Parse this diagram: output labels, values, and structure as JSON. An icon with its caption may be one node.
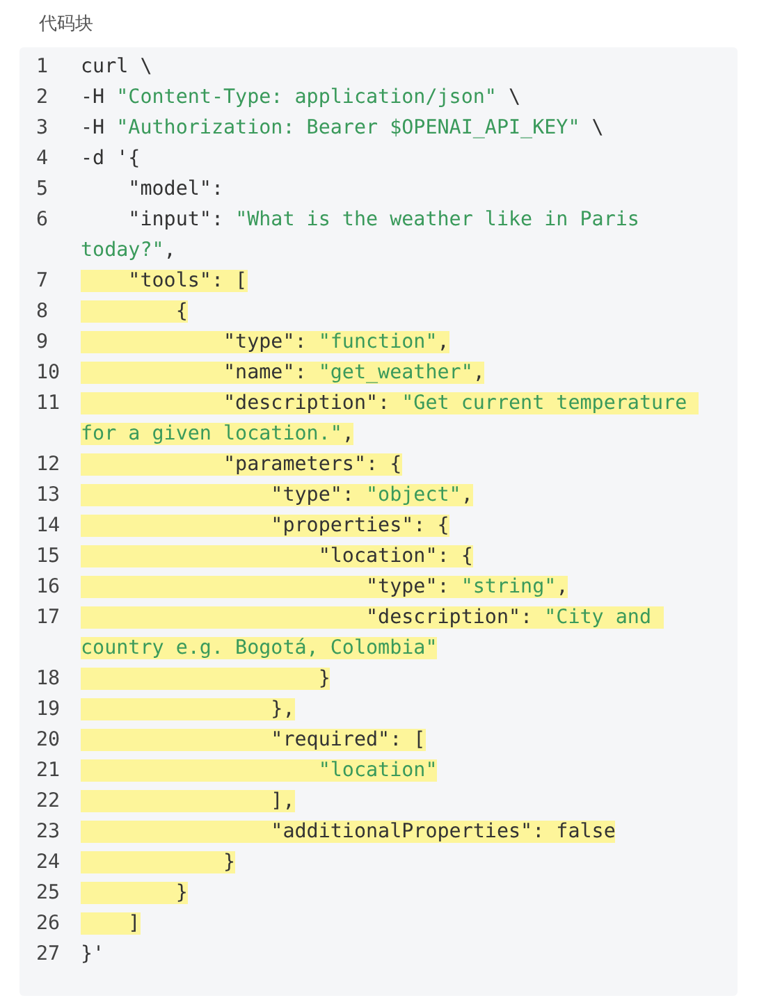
{
  "diagram": {
    "title": "代码块",
    "labels": [
      "1",
      "curl \\",
      "2",
      "-H \"Content-Type: application/json\" \\",
      "3",
      "-H \"Authorization: Bearer $OPENAI_API_KEY\" \\",
      "4",
      "-d '{",
      "5",
      "    \"model\":",
      "6",
      "    \"input\": \"What is the weather like in Paris today?\",",
      "7",
      "    \"tools\": [",
      "8",
      "        {",
      "9",
      "            \"type\": \"function\",",
      "10",
      "            \"name\": \"get_weather\",",
      "11",
      "            \"description\": \"Get current temperature for a given location.\",",
      "12",
      "            \"parameters\": {",
      "13",
      "                \"type\": \"object\",",
      "14",
      "                \"properties\": {",
      "15",
      "                    \"location\": {",
      "16",
      "                        \"type\": \"string\",",
      "17",
      "                        \"description\": \"City and country e.g. Bogotá, Colombia\"",
      "18",
      "                    }",
      "19",
      "                },",
      "20",
      "                \"required\": [",
      "21",
      "                    \"location\"",
      "22",
      "                ],",
      "23",
      "                \"additionalProperties\": false",
      "24",
      "            }",
      "25",
      "        }",
      "26",
      "    ]",
      "27",
      "}'"
    ]
  }
}
